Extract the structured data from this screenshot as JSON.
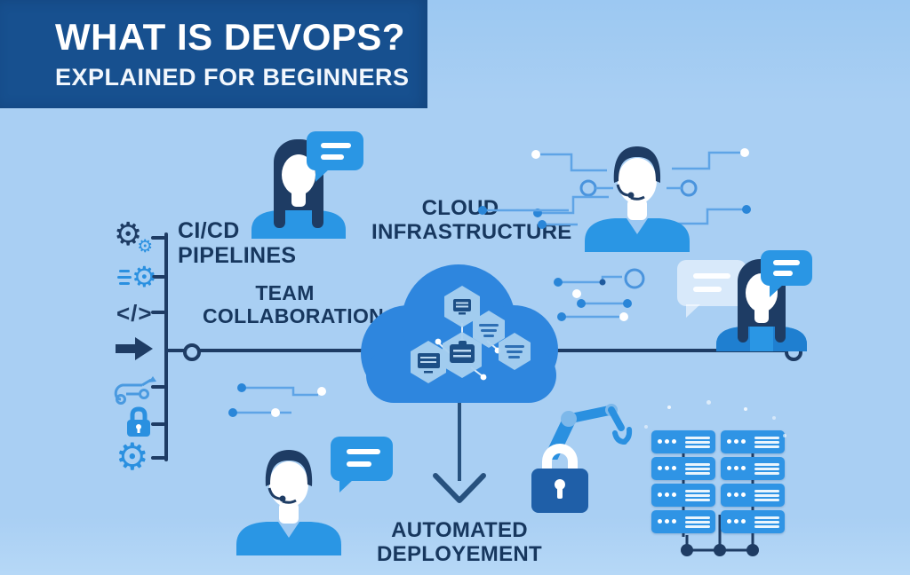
{
  "banner": {
    "title": "WHAT IS DEVOPS?",
    "subtitle": "EXPLAINED FOR BEGINNERS"
  },
  "labels": {
    "cicd_line1": "CI/CD",
    "cicd_line2": "PIPELINES",
    "team_line1": "TEAM",
    "team_line2": "COLLABORATION",
    "cloud_line1": "CLOUD",
    "cloud_line2": "INFRASTRUCTURE",
    "deploy_line1": "AUTOMATED",
    "deploy_line2": "DEPLOYEMENT"
  },
  "icons": {
    "code_glyph": "</>",
    "gear_glyph": "⚙",
    "rail": [
      "gears",
      "build-gear",
      "code-brackets",
      "arrow-right",
      "pipeline-route",
      "padlock",
      "gear"
    ]
  },
  "figures": {
    "people": [
      "woman-with-speech-bubble",
      "man-with-headset",
      "woman-with-two-bubbles",
      "man-with-headset-bubble"
    ],
    "center": "cloud-with-hexagon-services",
    "bottom_right": "server-racks",
    "security": "robot-arm-and-padlock"
  },
  "colors": {
    "background": "#a9cff3",
    "banner": "#17508f",
    "navy": "#1e3c64",
    "accent_blue": "#2a96e4",
    "cloud_blue": "#2e86de",
    "deep_blue": "#1f5fa8"
  }
}
